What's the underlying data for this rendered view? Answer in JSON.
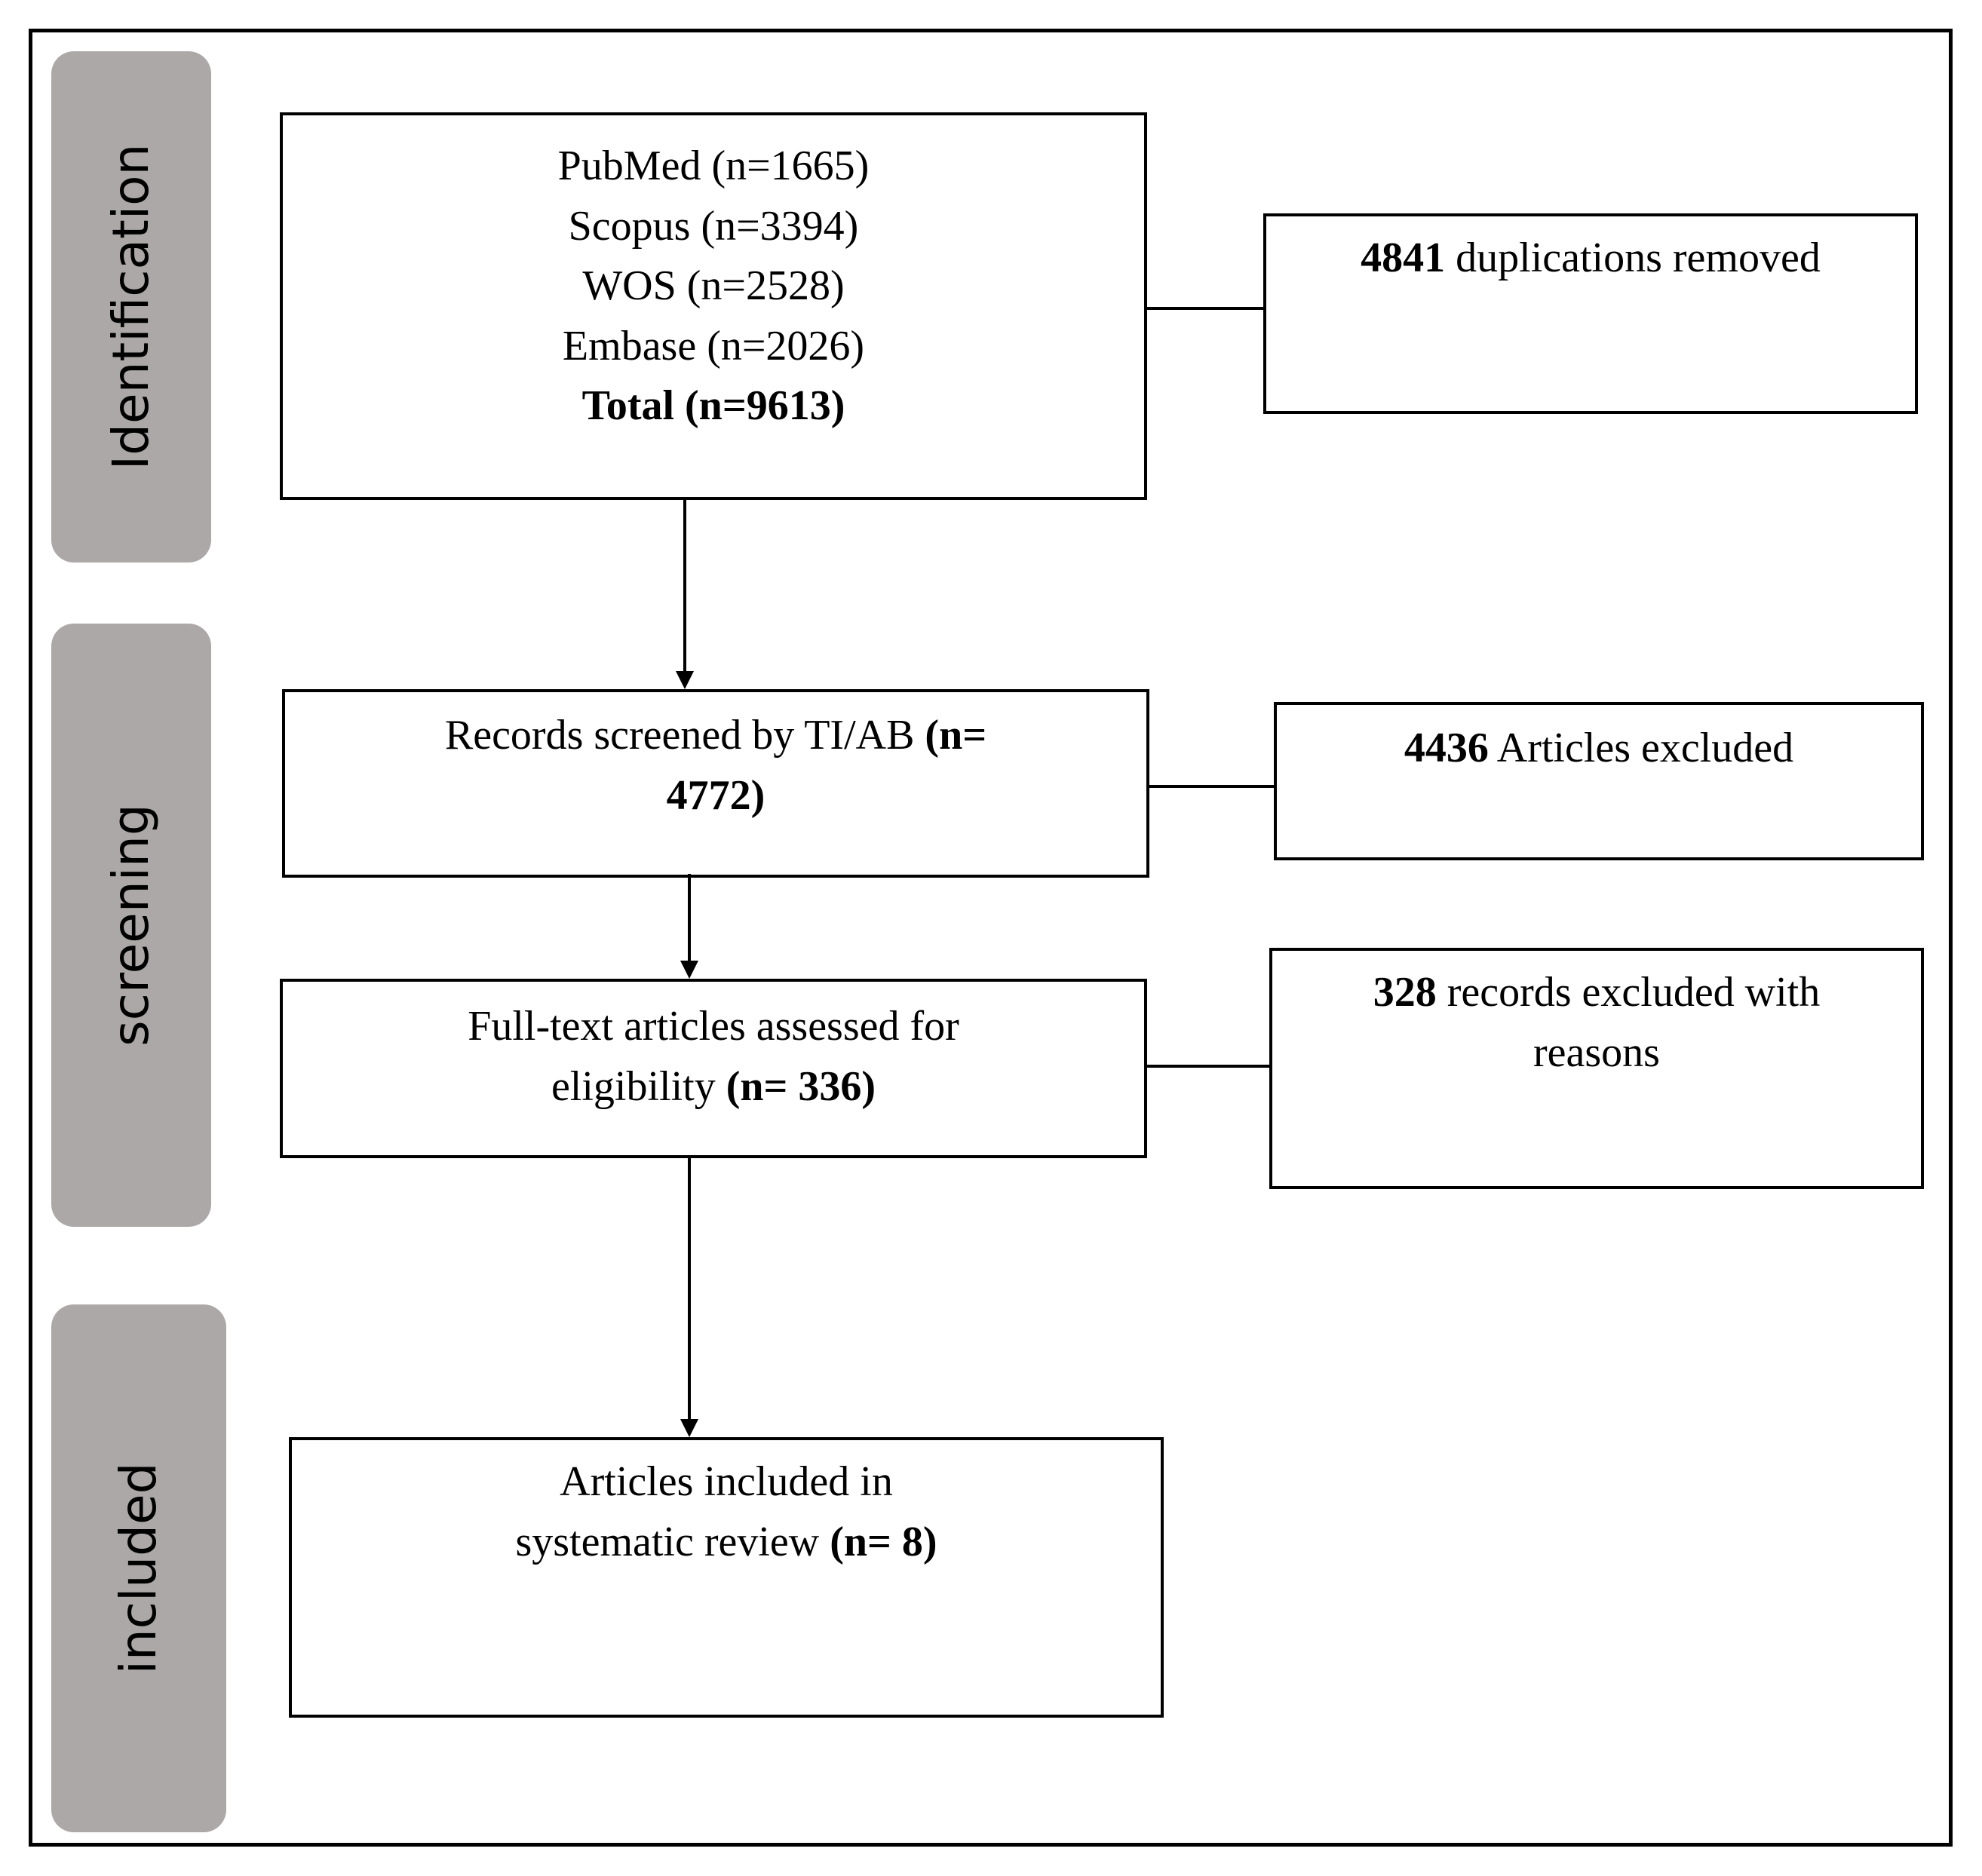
{
  "stages": {
    "identification": "Identification",
    "screening": "screening",
    "included": "included"
  },
  "sources": {
    "pubmed": "PubMed (n=1665)",
    "scopus": "Scopus (n=3394)",
    "wos": "WOS (n=2528)",
    "embase": "Embase (n=2026)",
    "total": "Total (n=9613)"
  },
  "duplicates": {
    "count": "4841",
    "text": " duplications removed"
  },
  "screened": {
    "text": "Records screened by TI/AB ",
    "count_line1": "(n=",
    "count_line2": "4772)"
  },
  "excluded_tiab": {
    "count": "4436",
    "text": " Articles excluded"
  },
  "fulltext": {
    "line1": "Full-text articles assessed for",
    "line2": "eligibility ",
    "count": "(n= 336)"
  },
  "excluded_reasons": {
    "count": "328",
    "line1": " records excluded with",
    "line2": "reasons"
  },
  "included": {
    "line1": "Articles included in",
    "line2": "systematic review ",
    "count": "(n= 8)"
  },
  "colors": {
    "stage_fill": "#aba8a7",
    "stroke": "#000000"
  }
}
